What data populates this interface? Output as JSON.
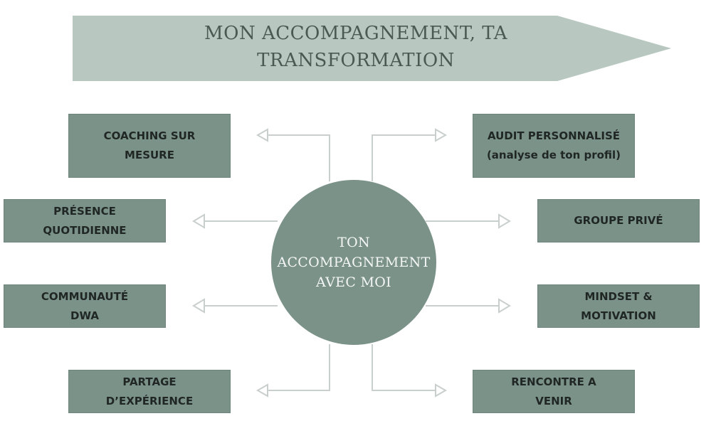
{
  "title": "MON ACCOMPAGNEMENT, TA TRANSFORMATION",
  "center": "TON ACCOMPAGNEMENT AVEC MOI",
  "left_items": [
    "COACHING SUR MESURE",
    "PRÉSENCE QUOTIDIENNE",
    "COMMUNAUTÉ DWA",
    "PARTAGE D’EXPÉRIENCE"
  ],
  "right_items": [
    "AUDIT PERSONNALISÉ (analyse de ton profil)",
    "GROUPE PRIVÉ",
    "MINDSET & MOTIVATION",
    "RENCONTRE A VENIR"
  ],
  "colors": {
    "banner": "#b8c8c0",
    "box": "#7b9288",
    "arrow": "#c9cfcc",
    "title_text": "#4a5a53"
  }
}
